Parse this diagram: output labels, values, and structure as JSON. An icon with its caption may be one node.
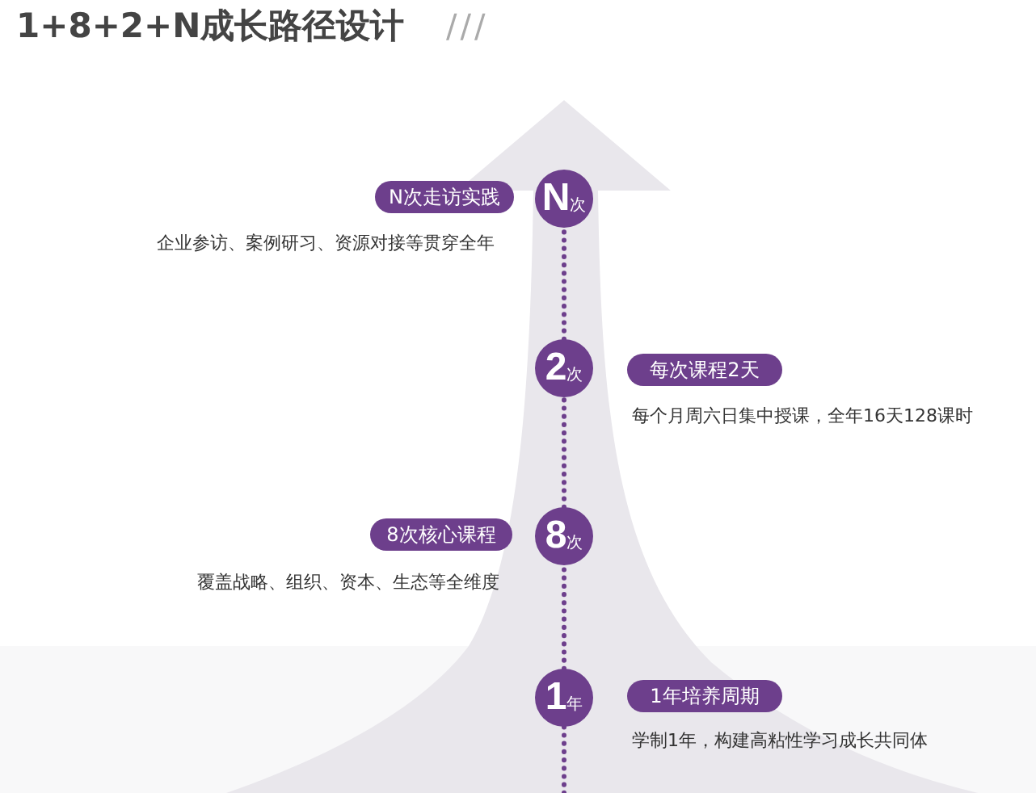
{
  "diagram": {
    "title": "1+8+2+N成长路径设计",
    "nodes": [
      {
        "text": [
          "N次走访实践"
        ],
        "beside": [
          "企业参访、案例研习、资源对接等贯穿全年"
        ]
      },
      {
        "text": [
          "N次"
        ]
      },
      {
        "text": [
          "2次"
        ]
      },
      {
        "text": [
          "每次课程2天"
        ],
        "beside": [
          "每个月周六日集中授课，全年16天128课时"
        ]
      },
      {
        "text": [
          "8次核心课程"
        ],
        "beside": [
          "覆盖战略、组织、资本、生态等全维度"
        ]
      },
      {
        "text": [
          "8次"
        ]
      },
      {
        "text": [
          "1年"
        ]
      },
      {
        "text": [
          "1年培养周期"
        ],
        "beside": [
          "学制1年，构建高粘性学习成长共同体"
        ]
      }
    ],
    "edges": [
      {
        "from": 2,
        "to": 1,
        "arrow": "none",
        "style": "dashed"
      },
      {
        "from": 5,
        "to": 2,
        "arrow": "none",
        "style": "dashed"
      },
      {
        "from": 6,
        "to": 5,
        "arrow": "none",
        "style": "dashed"
      },
      {
        "from": null,
        "to": 6,
        "arrow": "none",
        "style": "dashed"
      }
    ],
    "labels": [
      "///"
    ]
  }
}
